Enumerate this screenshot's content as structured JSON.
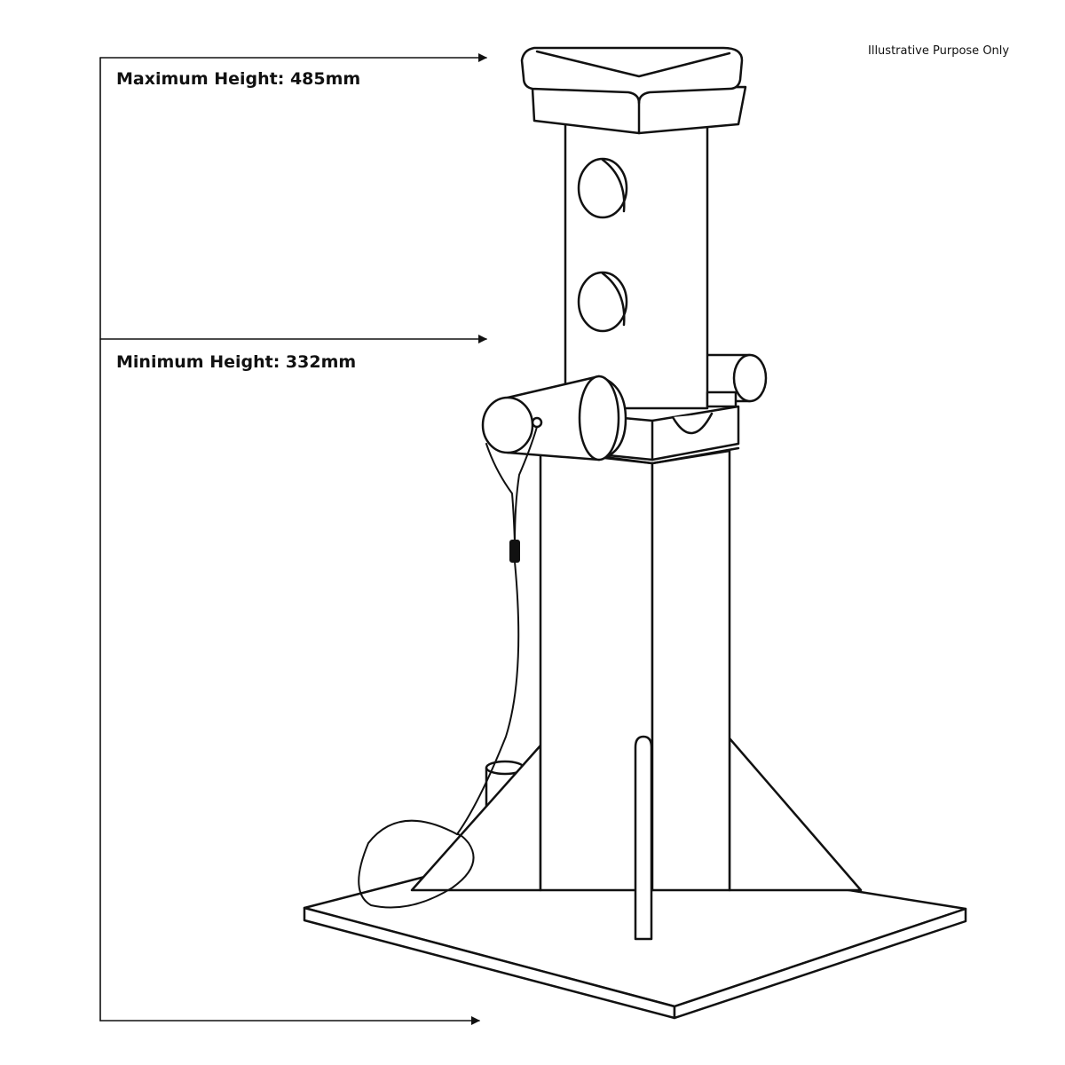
{
  "labels": {
    "max_height": "Maximum Height: 485mm",
    "min_height": "Minimum Height: 332mm",
    "note": "Illustrative Purpose Only"
  },
  "colors": {
    "line": "#111111",
    "background": "#ffffff"
  }
}
